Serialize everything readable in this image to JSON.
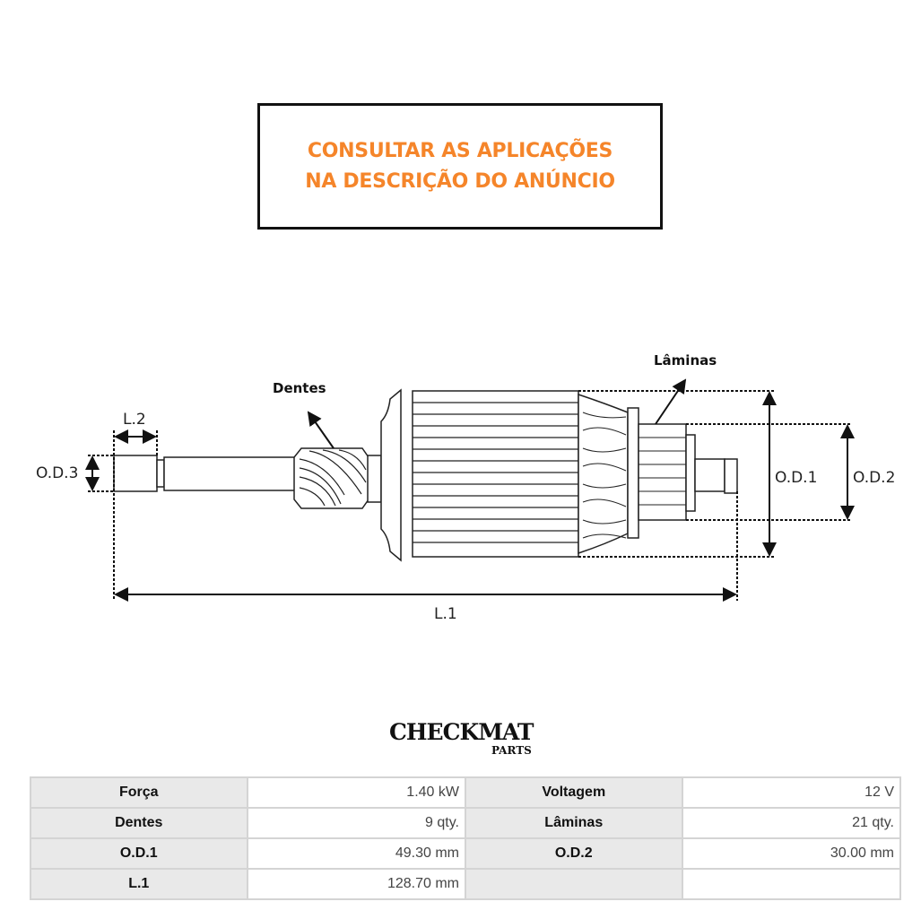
{
  "notice": {
    "line1": "CONSULTAR AS APLICAÇÕES",
    "line2": "NA DESCRIÇÃO DO ANÚNCIO",
    "color": "#f5852a"
  },
  "diagram": {
    "labels": {
      "dentes": "Dentes",
      "laminas": "Lâminas",
      "l1": "L.1",
      "l2": "L.2",
      "od1": "O.D.1",
      "od2": "O.D.2",
      "od3": "O.D.3"
    }
  },
  "logo": {
    "main": "CHECKMAT",
    "sub": "PARTS"
  },
  "specs": {
    "rows": [
      [
        {
          "k": "Força",
          "v": "1.40 kW"
        },
        {
          "k": "Voltagem",
          "v": "12 V"
        }
      ],
      [
        {
          "k": "Dentes",
          "v": "9 qty."
        },
        {
          "k": "Lâminas",
          "v": "21 qty."
        }
      ],
      [
        {
          "k": "O.D.1",
          "v": "49.30 mm"
        },
        {
          "k": "O.D.2",
          "v": "30.00 mm"
        }
      ],
      [
        {
          "k": "L.1",
          "v": "128.70 mm"
        },
        {
          "k": "",
          "v": ""
        }
      ]
    ]
  }
}
